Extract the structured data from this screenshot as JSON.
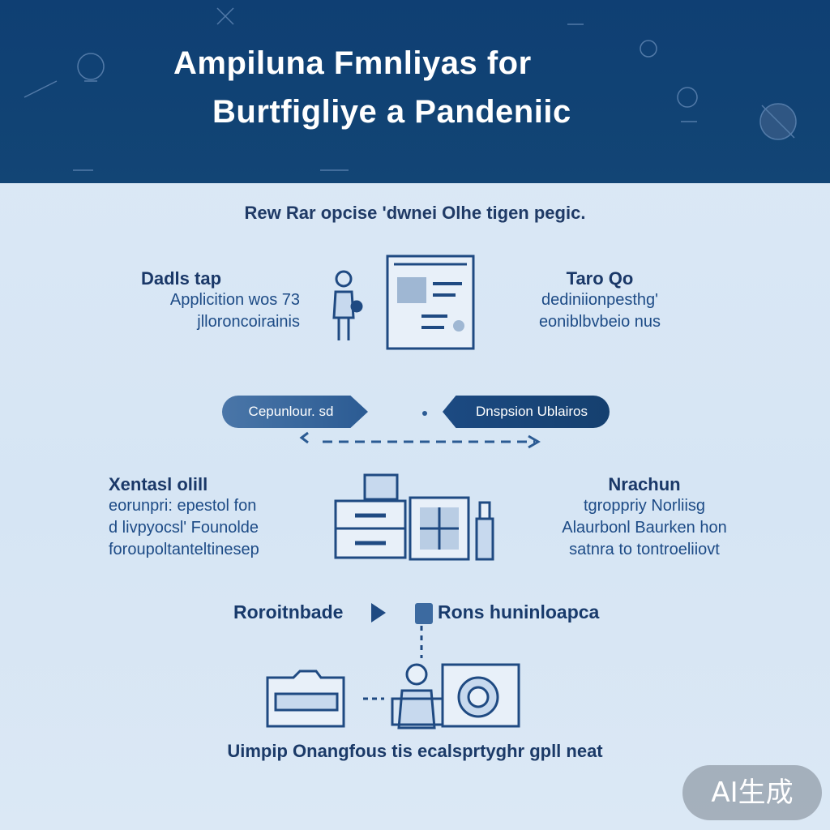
{
  "header": {
    "title_line_1": "Ampiluna Fmnliyas for",
    "title_line_2": "Burtfigliye a Pandeniic"
  },
  "subtitle": "Rew Rar opcise 'dwnei Olhe tigen pegic.",
  "top_left": {
    "heading": "Dadls tap",
    "lines": [
      "Applicition wos 73",
      "jlloroncoirainis"
    ]
  },
  "top_right": {
    "heading": "Taro Qo",
    "lines": [
      "dediniionpesthg'",
      "eoniblbvbeio nus"
    ]
  },
  "flow": {
    "left_pill": "Cepunlour. sd",
    "right_pill": "Dnspsion Ublairos"
  },
  "mid_left": {
    "heading": "Xentasl olill",
    "lines": [
      "eorunpri: epestol fon",
      "d livpyocsl' Founolde",
      "foroupoltanteltinesep"
    ]
  },
  "mid_right": {
    "heading": "Nrachun",
    "lines": [
      "tgroppriy Norliisg",
      "Alaurbonl Baurken hon",
      "satnra to tontroeliiovt"
    ]
  },
  "steps": {
    "left_label": "Roroitnbade",
    "right_label": "Rons huninloapca"
  },
  "footer": "Uimpip Onangfous tis ecalsprtyghr gpll neat",
  "watermark": "AI生成",
  "colors": {
    "header_bg": "#0f3f73",
    "page_bg": "#dbe8f5",
    "accent_dark": "#1a3868",
    "accent_mid": "#2b5b93"
  }
}
